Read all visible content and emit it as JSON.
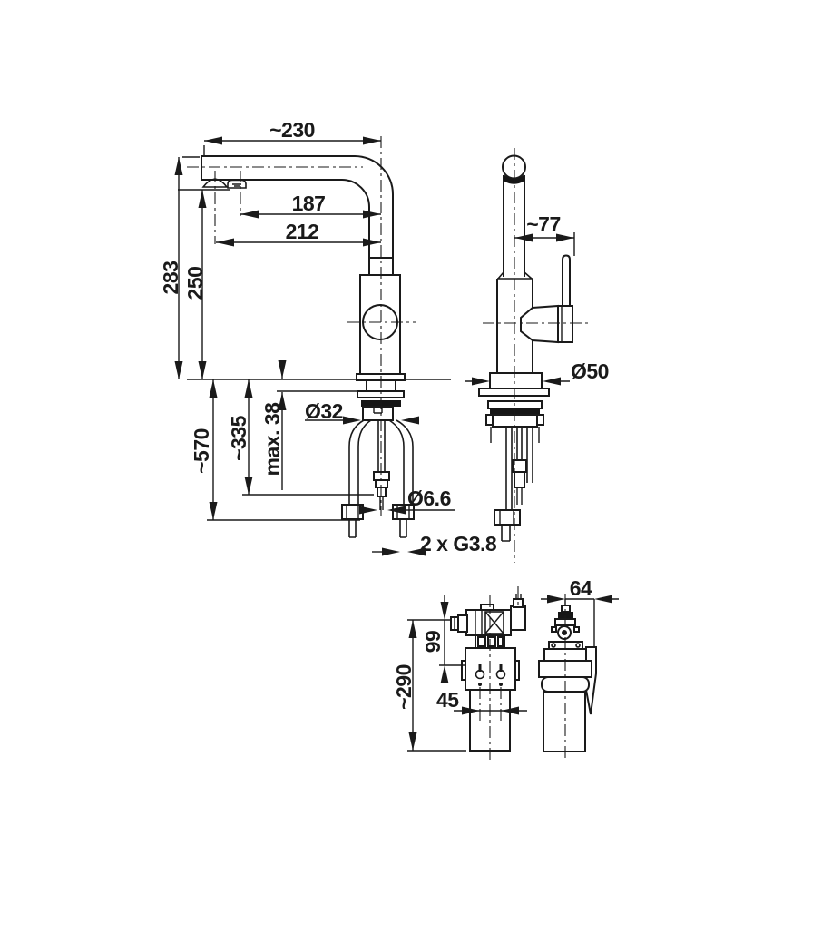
{
  "colors": {
    "background": "#ffffff",
    "line": "#1a1a1a"
  },
  "views": {
    "faucet_side": {
      "dim_spout_reach": "~230",
      "dim_outlet_filtered": "187",
      "dim_outlet_mixed": "212",
      "dim_height_spout_top": "283",
      "dim_height_outlet": "250",
      "dim_hose_length": "~570",
      "dim_filter_hose_length": "~335",
      "dim_counter_thickness": "max. 38",
      "dim_mounting_hole": "Ø32",
      "dim_stud_diameter": "Ø6.6",
      "dim_hose_thread": "2 x G3.8"
    },
    "faucet_front": {
      "dim_handle_offset": "~77",
      "dim_base_diameter": "Ø50"
    },
    "filter_front": {
      "dim_total_height": "~290",
      "dim_head_height": "99",
      "dim_slot_spacing": "45"
    },
    "filter_side": {
      "dim_wall_offset": "64"
    }
  }
}
